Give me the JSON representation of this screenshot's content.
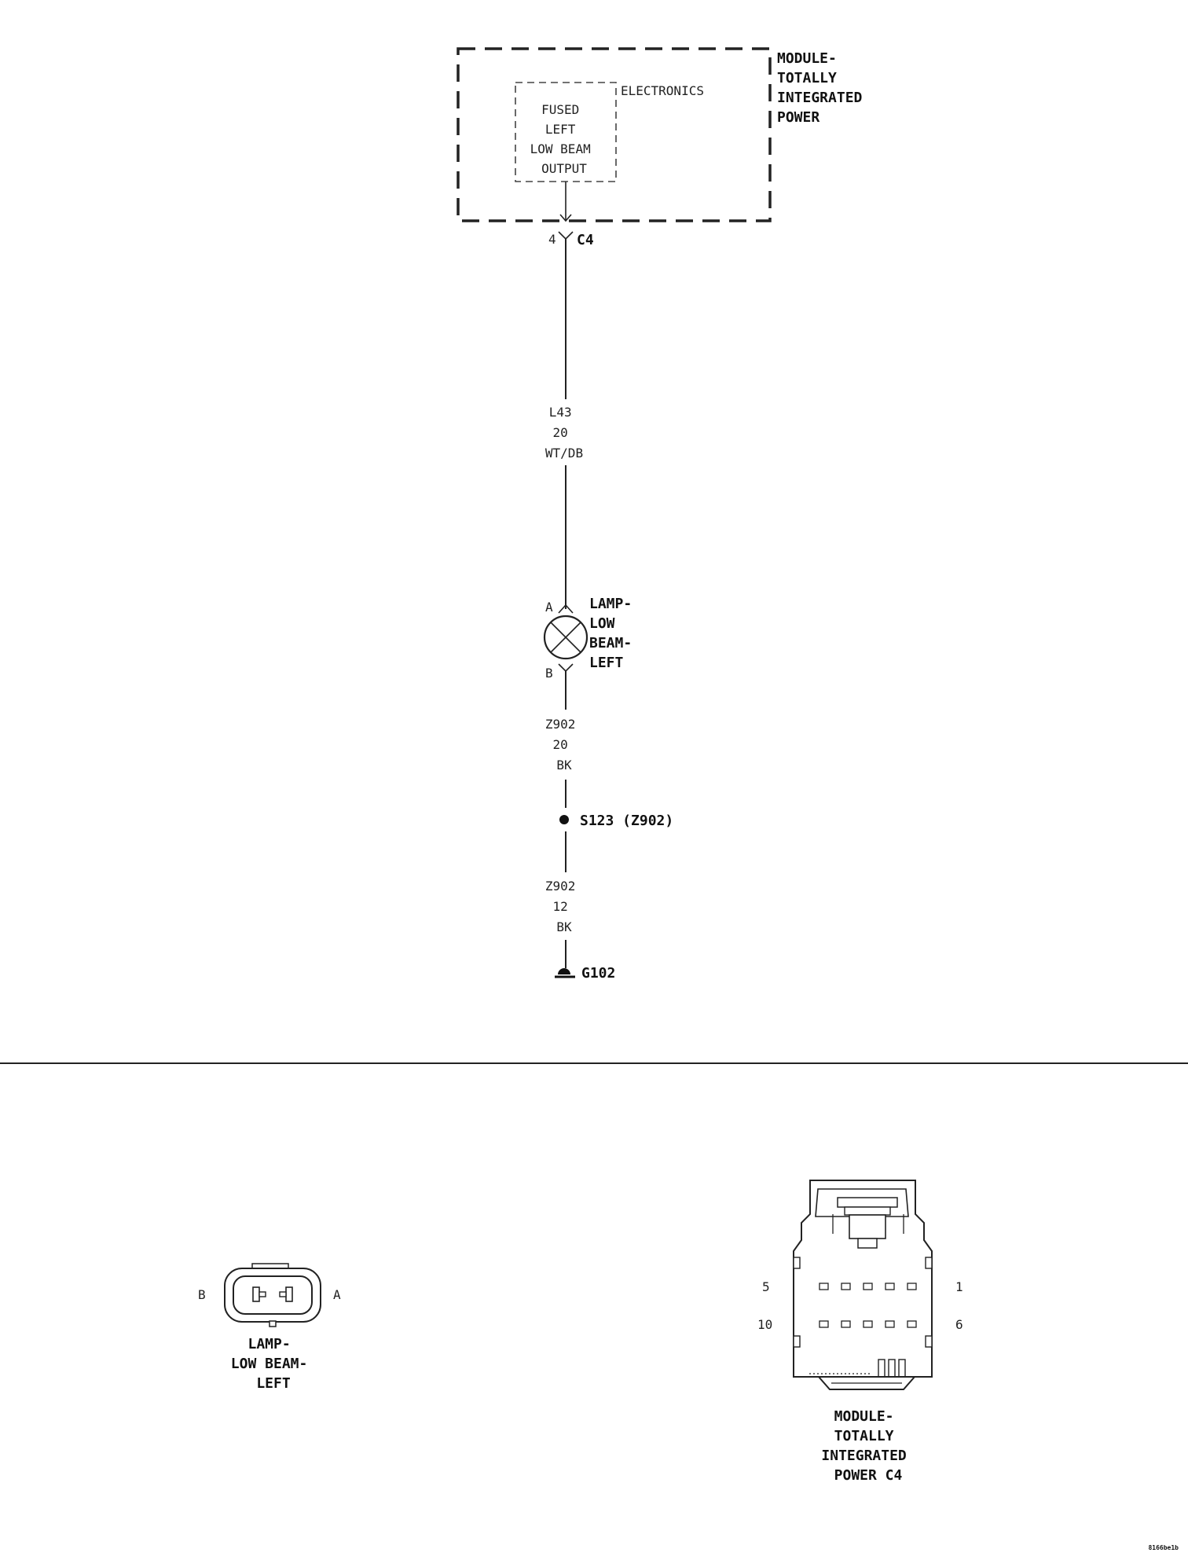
{
  "module": {
    "name_lines": [
      "MODULE-",
      "TOTALLY",
      "INTEGRATED",
      "POWER"
    ],
    "electronics_label": "ELECTRONICS",
    "output_lines": [
      "FUSED",
      "LEFT",
      "LOW BEAM",
      "OUTPUT"
    ],
    "connector": "C4",
    "pin": "4"
  },
  "wire_top": {
    "circuit": "L43",
    "gauge": "20",
    "color": "WT/DB"
  },
  "lamp": {
    "name_lines": [
      "LAMP-",
      "LOW",
      "BEAM-",
      "LEFT"
    ],
    "pin_a": "A",
    "pin_b": "B"
  },
  "wire_mid": {
    "circuit": "Z902",
    "gauge": "20",
    "color": "BK"
  },
  "splice": {
    "label": "S123 (Z902)"
  },
  "wire_bottom": {
    "circuit": "Z902",
    "gauge": "12",
    "color": "BK"
  },
  "ground": {
    "label": "G102"
  },
  "lamp_connector": {
    "pin_left": "B",
    "pin_right": "A",
    "name_lines": [
      "LAMP-",
      "LOW BEAM-",
      "LEFT"
    ]
  },
  "module_connector": {
    "pin_top_left": "5",
    "pin_top_right": "1",
    "pin_bottom_left": "10",
    "pin_bottom_right": "6",
    "name_lines": [
      "MODULE-",
      "TOTALLY",
      "INTEGRATED",
      "POWER C4"
    ]
  },
  "figure_id": "8166be1b"
}
